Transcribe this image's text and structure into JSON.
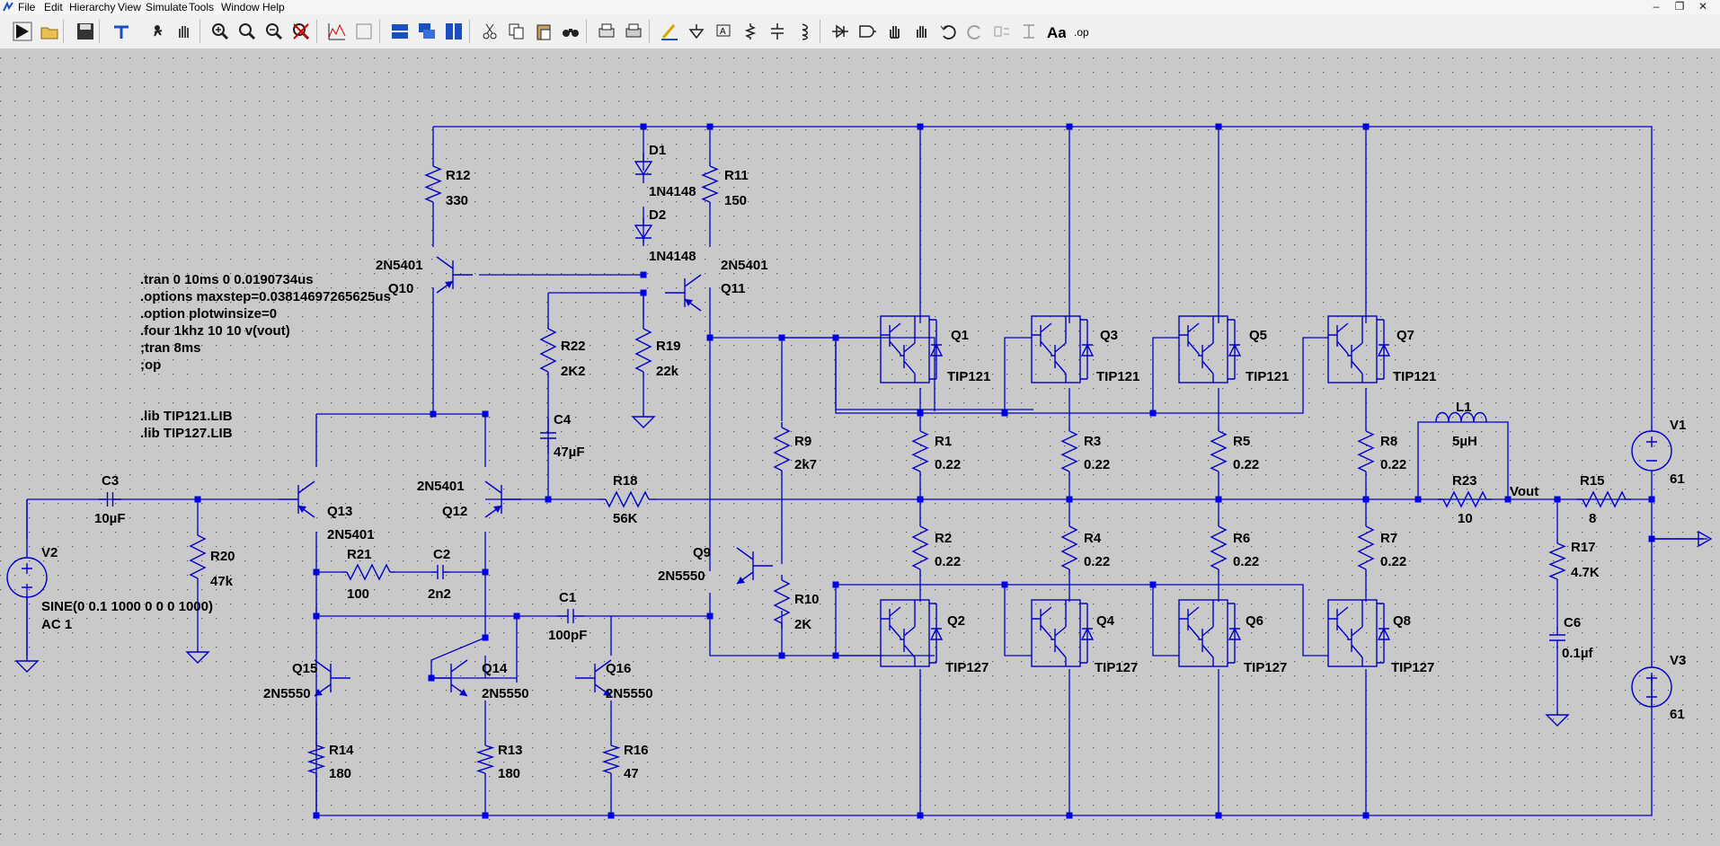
{
  "menu": [
    "File",
    "Edit",
    "Hierarchy",
    "View",
    "Simulate",
    "Tools",
    "Window",
    "Help"
  ],
  "window_controls": {
    "minimize": "–",
    "restore": "❐",
    "close": "✕"
  },
  "toolbar": [
    "run-icon",
    "open-icon",
    "save-icon",
    "control-panel-icon",
    "halt-icon",
    "pan-hand-icon",
    "zoom-in-icon",
    "zoom-out-icon",
    "zoom-box-icon",
    "zoom-cancel-icon",
    "waveform-icon",
    "autorange-icon",
    "tile-horizontal-icon",
    "cascade-icon",
    "tile-vertical-icon",
    "cut-icon",
    "copy-icon",
    "paste-icon",
    "find-icon",
    "print-setup-icon",
    "print-icon",
    "draw-wire-icon",
    "ground-icon",
    "label-net-icon",
    "resistor-icon",
    "capacitor-icon",
    "inductor-icon",
    "diode-icon",
    "component-icon",
    "move-icon",
    "drag-icon",
    "undo-icon",
    "redo-icon",
    "rotate-icon",
    "mirror-icon",
    "text-icon",
    "spice-directive-icon"
  ],
  "directives": [
    ".tran 0 10ms 0 0.0190734us",
    ".options maxstep=0.03814697265625us",
    ".option plotwinsize=0",
    ".four 1khz 10 10 v(vout)",
    ";tran 8ms",
    ";op"
  ],
  "libs": [
    ".lib TIP121.LIB",
    ".lib TIP127.LIB"
  ],
  "labels": {
    "R12": "R12",
    "R12v": "330",
    "D1": "D1",
    "D1v": "1N4148",
    "D2": "D2",
    "D2v": "1N4148",
    "R11": "R11",
    "R11v": "150",
    "Q10t": "2N5401",
    "Q10": "Q10",
    "Q11t": "2N5401",
    "Q11": "Q11",
    "R22": "R22",
    "R22v": "2K2",
    "R19": "R19",
    "R19v": "22k",
    "C4": "C4",
    "C4v": "47µF",
    "C3": "C3",
    "C3v": "10µF",
    "R20": "R20",
    "R20v": "47k",
    "V2": "V2",
    "V2v1": "SINE(0 0.1 1000 0 0 0 1000)",
    "V2v2": "AC 1",
    "Q13": "Q13",
    "Q13t": "2N5401",
    "Q12t": "2N5401",
    "Q12": "Q12",
    "R18": "R18",
    "R18v": "56K",
    "R21": "R21",
    "R21v": "100",
    "C2": "C2",
    "C2v": "2n2",
    "C1": "C1",
    "C1v": "100pF",
    "Q15": "Q15",
    "Q15t": "2N5550",
    "Q14": "Q14",
    "Q14t": "2N5550",
    "Q16": "Q16",
    "Q16t": "2N5550",
    "R14": "R14",
    "R14v": "180",
    "R13": "R13",
    "R13v": "180",
    "R16": "R16",
    "R16v": "47",
    "Q9": "Q9",
    "Q9t": "2N5550",
    "R9": "R9",
    "R9v": "2k7",
    "R10": "R10",
    "R10v": "2K",
    "Q1": "Q1",
    "Q1t": "TIP121",
    "Q3": "Q3",
    "Q3t": "TIP121",
    "Q5": "Q5",
    "Q5t": "TIP121",
    "Q7": "Q7",
    "Q7t": "TIP121",
    "R1": "R1",
    "R1v": "0.22",
    "R3": "R3",
    "R3v": "0.22",
    "R5": "R5",
    "R5v": "0.22",
    "R8": "R8",
    "R8v": "0.22",
    "R2": "R2",
    "R2v": "0.22",
    "R4": "R4",
    "R4v": "0.22",
    "R6": "R6",
    "R6v": "0.22",
    "R7": "R7",
    "R7v": "0.22",
    "Q2": "Q2",
    "Q2t": "TIP127",
    "Q4": "Q4",
    "Q4t": "TIP127",
    "Q6": "Q6",
    "Q6t": "TIP127",
    "Q8": "Q8",
    "Q8t": "TIP127",
    "L1": "L1",
    "L1v": "5µH",
    "R23": "R23",
    "R23v": "10",
    "Vout": "Vout",
    "R15": "R15",
    "R15v": "8",
    "R17": "R17",
    "R17v": "4.7K",
    "C6": "C6",
    "C6v": "0.1µf",
    "V1": "V1",
    "V1v": "61",
    "V3": "V3",
    "V3v": "61"
  },
  "colors": {
    "wire": "#0000c8",
    "canvas": "#c9c9c9",
    "text": "#000000"
  }
}
